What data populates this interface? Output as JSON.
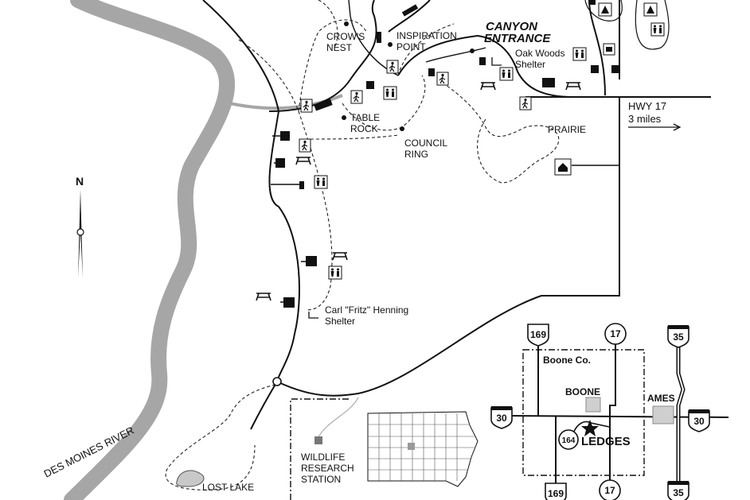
{
  "labels": {
    "crows_nest": [
      "CROW'S",
      "NEST"
    ],
    "inspiration_point": [
      "INSPIRATION",
      "POINT"
    ],
    "canyon_entrance": [
      "CANYON",
      "ENTRANCE"
    ],
    "oak_woods": [
      "Oak Woods",
      "Shelter"
    ],
    "table_rock": [
      "TABLE",
      "ROCK"
    ],
    "council_ring": [
      "COUNCIL",
      "RING"
    ],
    "prairie": "PRAIRIE",
    "hwy": [
      "HWY 17",
      "3 miles"
    ],
    "henning": [
      "Carl \"Fritz\" Henning",
      "Shelter"
    ],
    "river": "DES MOINES RIVER",
    "wildlife": [
      "WILDLIFE",
      "RESEARCH",
      "STATION"
    ],
    "lost_lake": "LOST LAKE",
    "boone_co": "Boone Co.",
    "boone": "BOONE",
    "ames": "AMES",
    "ledges": "LEDGES",
    "north": "N"
  },
  "shields": {
    "us169_top": "169",
    "us169_bottom": "169",
    "ia17_top": "17",
    "ia17_bottom": "17",
    "i35_top": "35",
    "i35_bottom": "35",
    "us30_left": "30",
    "us30_right": "30",
    "r164": "164"
  },
  "legend_icons": [
    "hiking-icon",
    "restroom-icon",
    "picnic-table-icon",
    "shelter-icon",
    "campground-icon",
    "parking-icon",
    "lodge-icon"
  ],
  "colors": {
    "river": "#a6a6a6",
    "ink": "#111111",
    "town": "#cfcfcf"
  }
}
